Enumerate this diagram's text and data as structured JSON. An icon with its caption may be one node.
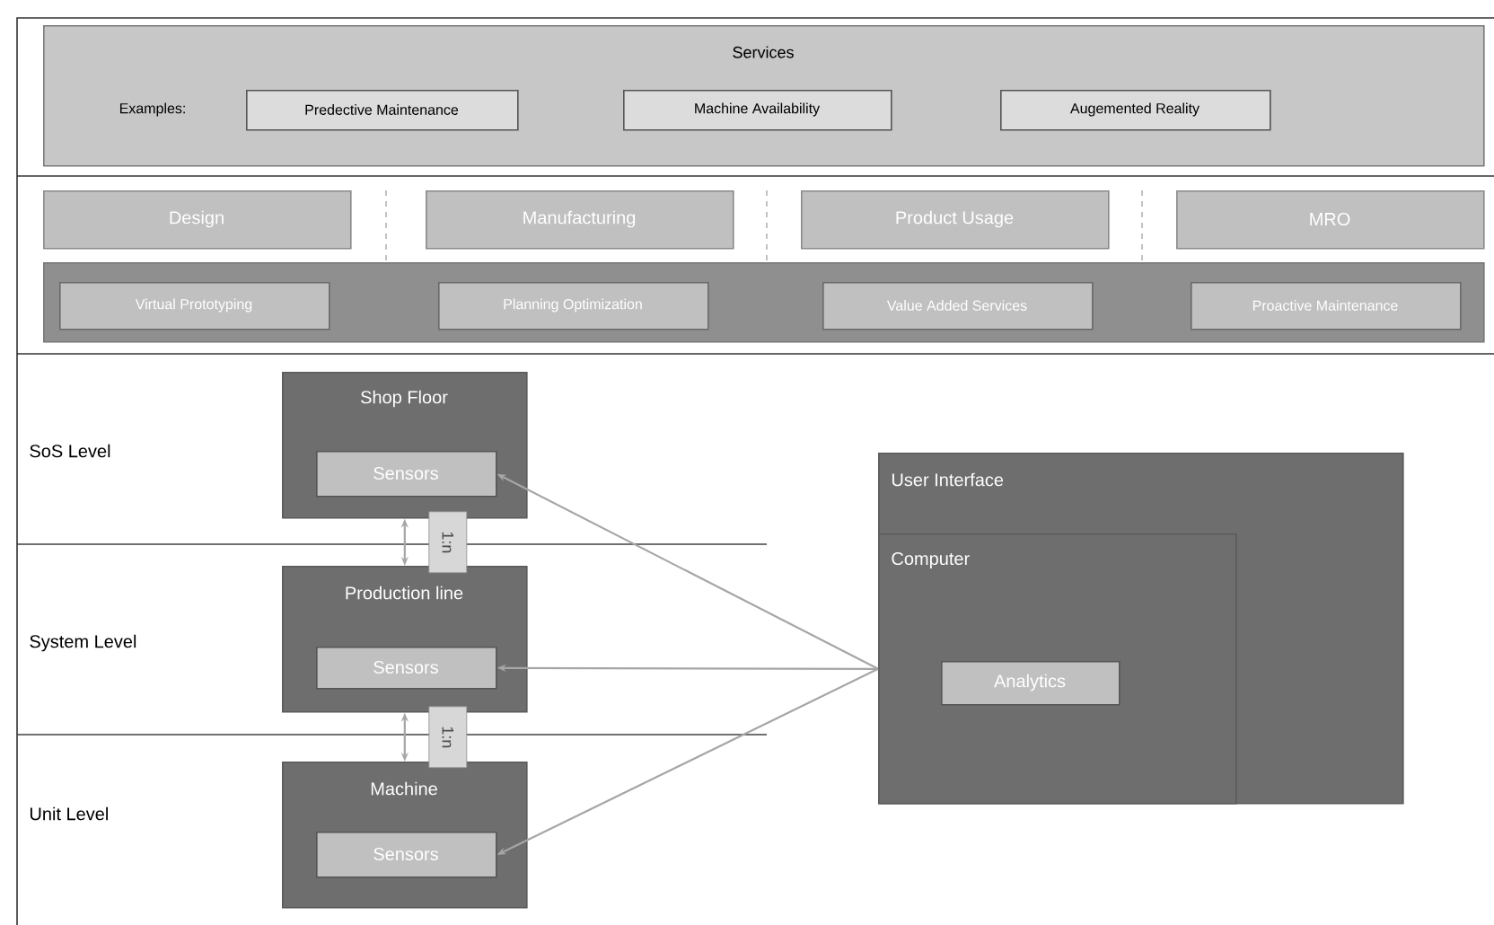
{
  "diagram": {
    "nodes": [
      {
        "text": [
          "Services",
          "Examples:"
        ]
      },
      {
        "text": [
          "Predective Maintenance"
        ],
        "in": 0
      },
      {
        "text": [
          "Machine Availability"
        ],
        "in": 0
      },
      {
        "text": [
          "Augemented Reality"
        ],
        "in": 0
      },
      {
        "text": [
          "Design"
        ]
      },
      {
        "text": [
          "Manufacturing"
        ]
      },
      {
        "text": [
          "Product Usage"
        ]
      },
      {
        "text": [
          "MRO"
        ]
      },
      {
        "text": [],
        "shape": "box"
      },
      {
        "text": [
          "Virtual Prototyping"
        ],
        "in": 8
      },
      {
        "text": [
          "Planning Optimization"
        ],
        "in": 8
      },
      {
        "text": [
          "Value Added Services"
        ],
        "in": 8
      },
      {
        "text": [
          "Proactive Maintenance"
        ],
        "in": 8
      },
      {
        "text": [
          "Shop Floor"
        ]
      },
      {
        "text": [
          "Sensors"
        ],
        "in": 13
      },
      {
        "text": [
          "Production line"
        ]
      },
      {
        "text": [
          "Sensors"
        ],
        "in": 15
      },
      {
        "text": [
          "Machine"
        ]
      },
      {
        "text": [
          "Sensors"
        ],
        "in": 17
      },
      {
        "text": [
          "User Interface"
        ]
      },
      {
        "text": [
          "Computer"
        ],
        "in": 19
      },
      {
        "text": [
          "Analytics"
        ],
        "in": 20
      }
    ],
    "edges": [
      {
        "from": 13,
        "to": 15,
        "arrow": "both",
        "label": "1:n"
      },
      {
        "from": 15,
        "to": 17,
        "arrow": "both",
        "label": "1:n"
      },
      {
        "from": 20,
        "to": 14,
        "arrow": "to"
      },
      {
        "from": 20,
        "to": 16,
        "arrow": "to"
      },
      {
        "from": 20,
        "to": 18,
        "arrow": "to"
      }
    ],
    "labels": [
      "SoS Level",
      "System Level",
      "Unit Level"
    ]
  }
}
